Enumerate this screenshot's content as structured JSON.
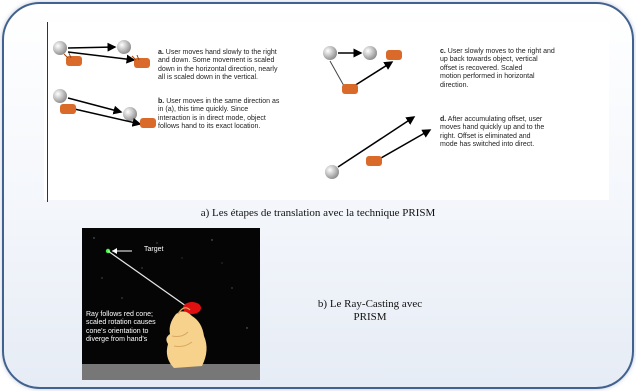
{
  "panel_a": {
    "steps": [
      {
        "label": "a.",
        "lines": [
          "User moves hand slowly to the right",
          "and down.  Some movement is scaled",
          "down in the horizontal direction, nearly",
          "all is scaled down in the vertical."
        ]
      },
      {
        "label": "b.",
        "lines": [
          "User moves in the same direction as",
          "in (a), this time quickly.  Since",
          "interaction is in direct mode, object",
          "follows hand to its exact location."
        ]
      },
      {
        "label": "c.",
        "lines": [
          "User slowly moves to the right and",
          "up back towards object, vertical",
          "offset is recovered.  Scaled",
          "motion performed in horizontal",
          "direction."
        ]
      },
      {
        "label": "d.",
        "lines": [
          "After accumulating offset, user",
          "moves hand quickly up and to the",
          "right.  Offset is eliminated and",
          "mode has switched into direct."
        ]
      }
    ],
    "caption": "a) Les étapes de translation avec la technique PRISM"
  },
  "panel_b": {
    "target_label": "Target",
    "ray_text": [
      "Ray follows red cone;",
      "scaled rotation causes",
      "cone's orientation to",
      "diverge from hand's"
    ],
    "caption_lines": [
      "b) Le Ray-Casting avec",
      "PRISM"
    ]
  },
  "colors": {
    "frame_border": "#41618f",
    "arrow": "#000000",
    "hand": "#d96a2a",
    "cone": "#e01010"
  }
}
